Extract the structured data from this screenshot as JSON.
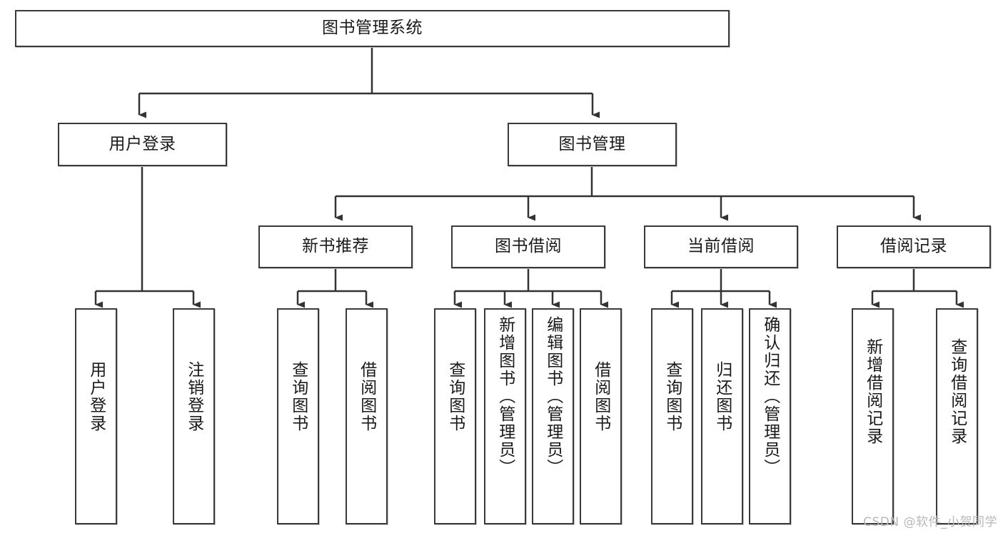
{
  "diagram": {
    "title": "图书管理系统",
    "type": "tree-hierarchy-chart",
    "watermark": "CSDN @软件_小贺同学",
    "colors": {
      "node_border": "#3a3a3a",
      "node_fill": "#ffffff",
      "edge": "#333333",
      "text": "#1a1a1a",
      "watermark": "#b8b8b8"
    },
    "nodes": {
      "root": {
        "label": "图书管理系统",
        "orientation": "horizontal"
      },
      "level2": [
        {
          "id": "user-login",
          "label": "用户登录",
          "orientation": "horizontal"
        },
        {
          "id": "book-manage",
          "label": "图书管理",
          "orientation": "horizontal"
        }
      ],
      "level3": [
        {
          "id": "new-book-recommend",
          "label": "新书推荐",
          "orientation": "horizontal"
        },
        {
          "id": "book-borrow",
          "label": "图书借阅",
          "orientation": "horizontal"
        },
        {
          "id": "current-borrow",
          "label": "当前借阅",
          "orientation": "horizontal"
        },
        {
          "id": "borrow-record",
          "label": "借阅记录",
          "orientation": "horizontal"
        }
      ],
      "leaves": [
        {
          "id": "leaf-user-login",
          "label": "用户登录",
          "parent": "user-login",
          "orientation": "vertical"
        },
        {
          "id": "leaf-user-logout",
          "label": "注销登录",
          "parent": "user-login",
          "orientation": "vertical"
        },
        {
          "id": "leaf-query-book-1",
          "label": "查询图书",
          "parent": "new-book-recommend",
          "orientation": "vertical"
        },
        {
          "id": "leaf-borrow-book-1",
          "label": "借阅图书",
          "parent": "new-book-recommend",
          "orientation": "vertical"
        },
        {
          "id": "leaf-query-book-2",
          "label": "查询图书",
          "parent": "book-borrow",
          "orientation": "vertical"
        },
        {
          "id": "leaf-add-book",
          "label": "新增图书（管理员）",
          "parent": "book-borrow",
          "orientation": "vertical"
        },
        {
          "id": "leaf-edit-book",
          "label": "编辑图书（管理员）",
          "parent": "book-borrow",
          "orientation": "vertical"
        },
        {
          "id": "leaf-borrow-book-2",
          "label": "借阅图书",
          "parent": "book-borrow",
          "orientation": "vertical"
        },
        {
          "id": "leaf-query-book-3",
          "label": "查询图书",
          "parent": "current-borrow",
          "orientation": "vertical"
        },
        {
          "id": "leaf-return-book",
          "label": "归还图书",
          "parent": "current-borrow",
          "orientation": "vertical"
        },
        {
          "id": "leaf-confirm-return",
          "label": "确认归还（管理员）",
          "parent": "current-borrow",
          "orientation": "vertical"
        },
        {
          "id": "leaf-add-record",
          "label": "新增借阅记录",
          "parent": "borrow-record",
          "orientation": "vertical"
        },
        {
          "id": "leaf-query-record",
          "label": "查询借阅记录",
          "parent": "borrow-record",
          "orientation": "vertical"
        }
      ]
    }
  }
}
